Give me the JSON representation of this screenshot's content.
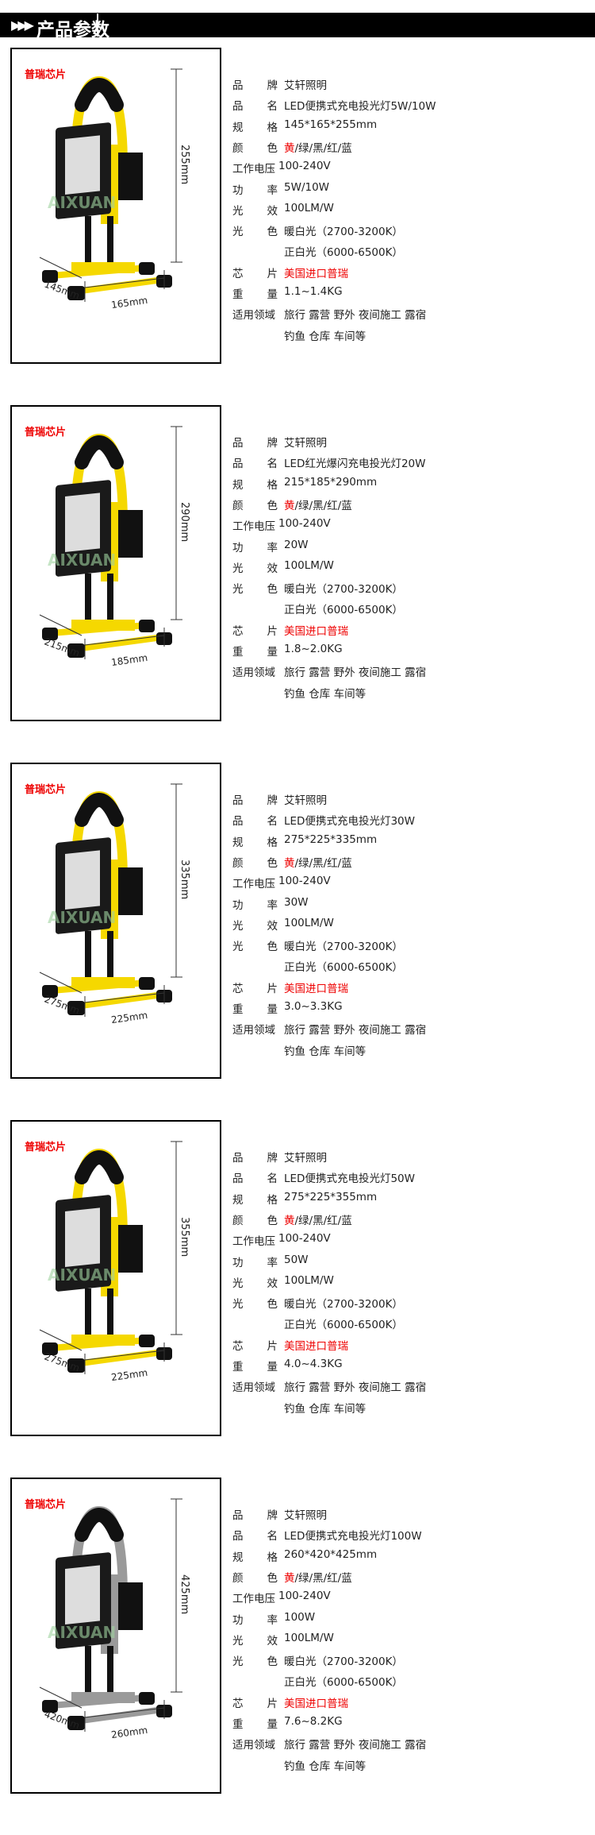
{
  "header": {
    "icon": "triple-chevron-right-icon",
    "title": "产品参数"
  },
  "labels": {
    "brand": [
      "品",
      "牌"
    ],
    "name": [
      "品",
      "名"
    ],
    "size": [
      "规",
      "格"
    ],
    "color": [
      "颜",
      "色"
    ],
    "voltage": "工作电压",
    "power": [
      "功",
      "率"
    ],
    "efficacy": [
      "光",
      "效"
    ],
    "light": [
      "光",
      "色"
    ],
    "chip": [
      "芯",
      "片"
    ],
    "weight": [
      "重",
      "量"
    ],
    "usage": "适用领域"
  },
  "common": {
    "brand": "艾轩照明",
    "color_highlight": "黄",
    "color_rest": "/绿/黑/红/蓝",
    "voltage": "100-240V",
    "efficacy": "100LM/W",
    "warm": "暖白光（2700-3200K）",
    "white": "正白光（6000-6500K）",
    "chip": "美国进口普瑞",
    "usage1": "旅行 露营 野外 夜间施工 露宿",
    "usage2": "钓鱼 仓库 车间等",
    "chip_badge": "普瑞芯片",
    "watermark": "AIXUAN"
  },
  "colors": {
    "accent_red": "#ee0000",
    "lamp_yellow": "#f5d800",
    "lamp_grey": "#9a9a9a"
  },
  "products": [
    {
      "name": "LED便携式充电投光灯5W/10W",
      "size": "145*165*255mm",
      "power": "5W/10W",
      "weight": "1.1~1.4KG",
      "dim_h": "255mm",
      "dim_d": "145mm",
      "dim_w": "165mm",
      "body": "yellow"
    },
    {
      "name": "LED红光爆闪充电投光灯20W",
      "size": "215*185*290mm",
      "power": "20W",
      "weight": "1.8~2.0KG",
      "dim_h": "290mm",
      "dim_d": "215mm",
      "dim_w": "185mm",
      "body": "yellow"
    },
    {
      "name": "LED便携式充电投光灯30W",
      "size": "275*225*335mm",
      "power": "30W",
      "weight": "3.0~3.3KG",
      "dim_h": "335mm",
      "dim_d": "275mm",
      "dim_w": "225mm",
      "body": "yellow"
    },
    {
      "name": "LED便携式充电投光灯50W",
      "size": "275*225*355mm",
      "power": "50W",
      "weight": "4.0~4.3KG",
      "dim_h": "355mm",
      "dim_d": "275mm",
      "dim_w": "225mm",
      "body": "yellow"
    },
    {
      "name": "LED便携式充电投光灯100W",
      "size": "260*420*425mm",
      "power": "100W",
      "weight": "7.6~8.2KG",
      "dim_h": "425mm",
      "dim_d": "420mm",
      "dim_w": "260mm",
      "body": "grey"
    }
  ]
}
